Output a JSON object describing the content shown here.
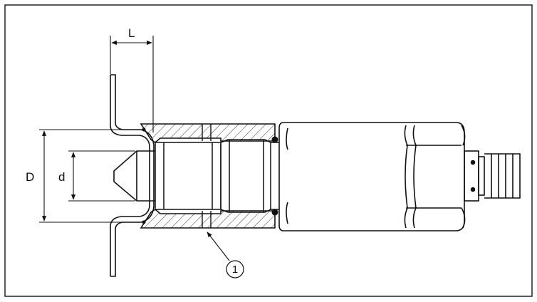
{
  "labels": {
    "length": "L",
    "outer_diameter": "D",
    "inner_diameter": "d",
    "callout": "1"
  }
}
